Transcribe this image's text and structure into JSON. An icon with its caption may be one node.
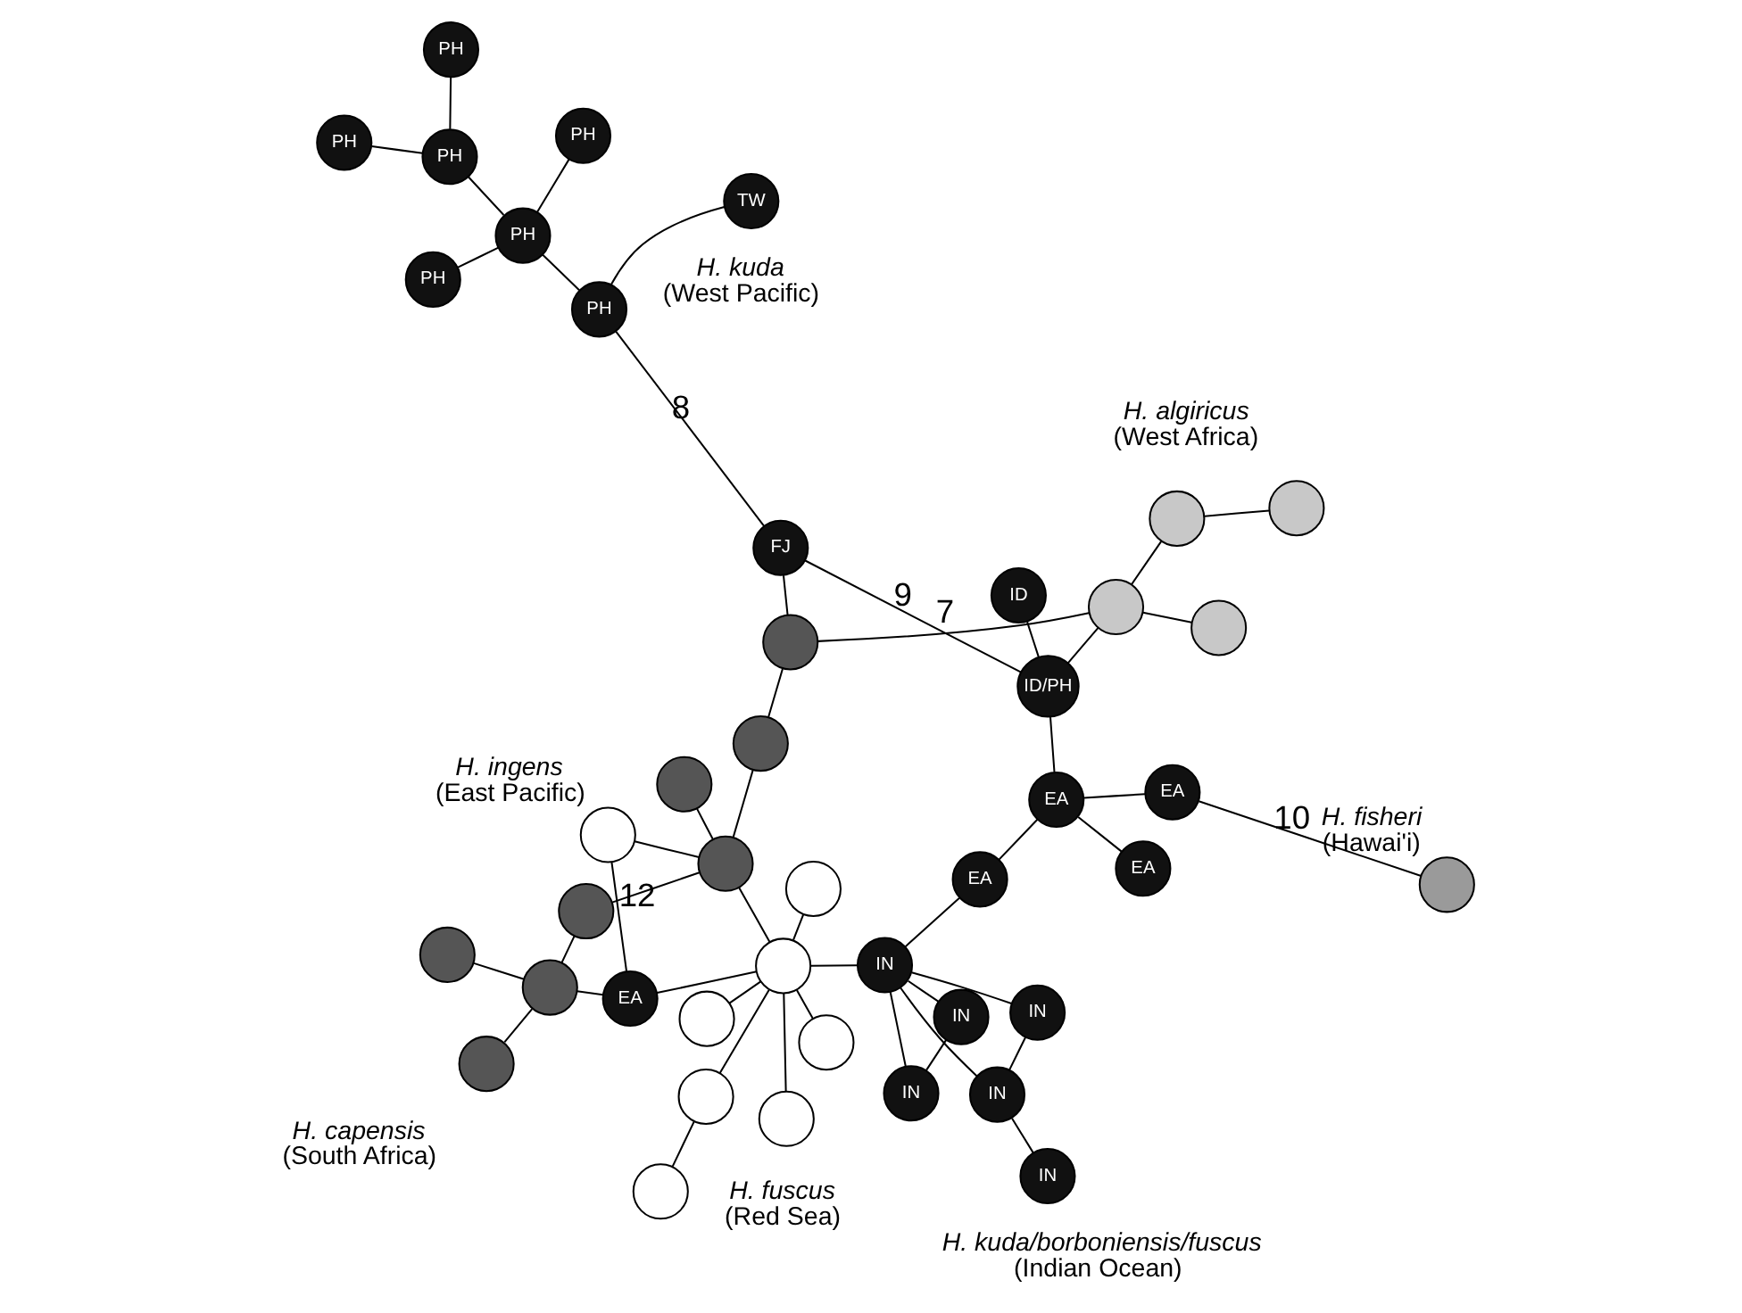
{
  "diagram": {
    "nodes": [
      {
        "text": [],
        "shape": "circle",
        "beside": [
          "H. ingens",
          "(East Pacific)"
        ]
      },
      {
        "text": [],
        "shape": "circle"
      },
      {
        "text": [],
        "shape": "circle"
      },
      {
        "text": [],
        "shape": "circle"
      },
      {
        "text": [],
        "shape": "circle"
      },
      {
        "text": [],
        "shape": "circle"
      },
      {
        "text": [],
        "shape": "circle"
      },
      {
        "text": [
          "FJ"
        ]
      },
      {
        "text": [],
        "shape": "circle"
      },
      {
        "text": [
          "EA"
        ]
      },
      {
        "text": [],
        "shape": "circle"
      },
      {
        "text": [],
        "shape": "circle"
      },
      {
        "text": [],
        "shape": "circle"
      },
      {
        "text": [],
        "shape": "circle"
      },
      {
        "text": [],
        "shape": "circle"
      },
      {
        "text": [],
        "shape": "circle"
      },
      {
        "text": [],
        "shape": "circle"
      },
      {
        "text": [],
        "shape": "circle"
      },
      {
        "text": [],
        "shape": "circle"
      },
      {
        "text": [],
        "shape": "circle"
      },
      {
        "text": [],
        "shape": "circle"
      },
      {
        "text": [],
        "shape": "circle"
      },
      {
        "text": [
          "IN"
        ]
      },
      {
        "text": [
          "EA"
        ]
      },
      {
        "text": [
          "EA"
        ]
      },
      {
        "text": [
          "ID/PH"
        ]
      },
      {
        "text": [
          "ID"
        ]
      },
      {
        "text": [
          "IN"
        ]
      },
      {
        "text": [
          "IN"
        ]
      },
      {
        "text": [
          "IN"
        ]
      },
      {
        "text": [
          "IN"
        ]
      },
      {
        "text": [
          "IN"
        ]
      },
      {
        "text": [
          "EA"
        ]
      },
      {
        "text": [
          "EA"
        ]
      },
      {
        "text": [
          "TW"
        ]
      },
      {
        "text": [
          "PH"
        ]
      },
      {
        "text": [
          "PH"
        ]
      },
      {
        "text": [
          "PH"
        ]
      },
      {
        "text": [
          "PH"
        ]
      },
      {
        "text": [
          "PH"
        ]
      },
      {
        "text": [
          "PH"
        ]
      },
      {
        "text": [
          "PH"
        ]
      },
      {
        "text": [],
        "shape": "circle",
        "beside": [
          "H. fisheri",
          "(Hawai'i)"
        ]
      }
    ],
    "edges": [
      {
        "from": 0,
        "to": 9,
        "arrow": "none",
        "label": "12"
      },
      {
        "from": 0,
        "to": 11,
        "arrow": "none"
      },
      {
        "from": 1,
        "to": 2,
        "arrow": "none"
      },
      {
        "from": 1,
        "to": 3,
        "arrow": "none"
      },
      {
        "from": 3,
        "to": 4,
        "arrow": "none"
      },
      {
        "from": 1,
        "to": 13,
        "arrow": "none",
        "label": "7"
      },
      {
        "from": 1,
        "to": 25,
        "arrow": "none"
      },
      {
        "from": 5,
        "to": 8,
        "arrow": "none"
      },
      {
        "from": 6,
        "to": 8,
        "arrow": "none"
      },
      {
        "from": 8,
        "to": 9,
        "arrow": "none"
      },
      {
        "from": 8,
        "to": 10,
        "arrow": "none"
      },
      {
        "from": 11,
        "to": 10,
        "arrow": "none"
      },
      {
        "from": 11,
        "to": 12,
        "arrow": "none"
      },
      {
        "from": 11,
        "to": 14,
        "arrow": "none"
      },
      {
        "from": 12,
        "to": 13,
        "arrow": "none"
      },
      {
        "from": 13,
        "to": 7,
        "arrow": "none"
      },
      {
        "from": 7,
        "to": 25,
        "arrow": "none",
        "label": "9"
      },
      {
        "from": 7,
        "to": 35,
        "arrow": "none",
        "label": "8"
      },
      {
        "from": 18,
        "to": 9,
        "arrow": "none"
      },
      {
        "from": 18,
        "to": 11,
        "arrow": "none"
      },
      {
        "from": 18,
        "to": 15,
        "arrow": "none"
      },
      {
        "from": 18,
        "to": 16,
        "arrow": "none"
      },
      {
        "from": 18,
        "to": 17,
        "arrow": "none"
      },
      {
        "from": 18,
        "to": 19,
        "arrow": "none"
      },
      {
        "from": 18,
        "to": 20,
        "arrow": "none"
      },
      {
        "from": 19,
        "to": 21,
        "arrow": "none"
      },
      {
        "from": 18,
        "to": 22,
        "arrow": "none"
      },
      {
        "from": 22,
        "to": 23,
        "arrow": "none"
      },
      {
        "from": 23,
        "to": 24,
        "arrow": "none"
      },
      {
        "from": 24,
        "to": 25,
        "arrow": "none"
      },
      {
        "from": 25,
        "to": 26,
        "arrow": "none"
      },
      {
        "from": 22,
        "to": 27,
        "arrow": "none"
      },
      {
        "from": 27,
        "to": 29,
        "arrow": "none"
      },
      {
        "from": 27,
        "to": 30,
        "arrow": "none"
      },
      {
        "from": 22,
        "to": 30,
        "arrow": "none"
      },
      {
        "from": 22,
        "to": 31,
        "arrow": "none"
      },
      {
        "from": 22,
        "to": 28,
        "arrow": "none"
      },
      {
        "from": 28,
        "to": 31,
        "arrow": "none"
      },
      {
        "from": 24,
        "to": 32,
        "arrow": "none"
      },
      {
        "from": 24,
        "to": 33,
        "arrow": "none"
      },
      {
        "from": 33,
        "to": 42,
        "arrow": "none",
        "label": "10"
      },
      {
        "from": 34,
        "to": 35,
        "arrow": "none"
      },
      {
        "from": 35,
        "to": 36,
        "arrow": "none"
      },
      {
        "from": 36,
        "to": 37,
        "arrow": "none"
      },
      {
        "from": 36,
        "to": 38,
        "arrow": "none"
      },
      {
        "from": 36,
        "to": 39,
        "arrow": "none"
      },
      {
        "from": 39,
        "to": 40,
        "arrow": "none"
      },
      {
        "from": 39,
        "to": 41,
        "arrow": "none"
      }
    ],
    "labels": [
      "H. capensis",
      "(South Africa)",
      "H. algiricus",
      "(West Africa)",
      "H. fuscus",
      "(Red Sea)",
      "H. kuda",
      "(West Pacific)",
      "H. kuda/borboniensis/fuscus",
      "(Indian Ocean)"
    ]
  }
}
